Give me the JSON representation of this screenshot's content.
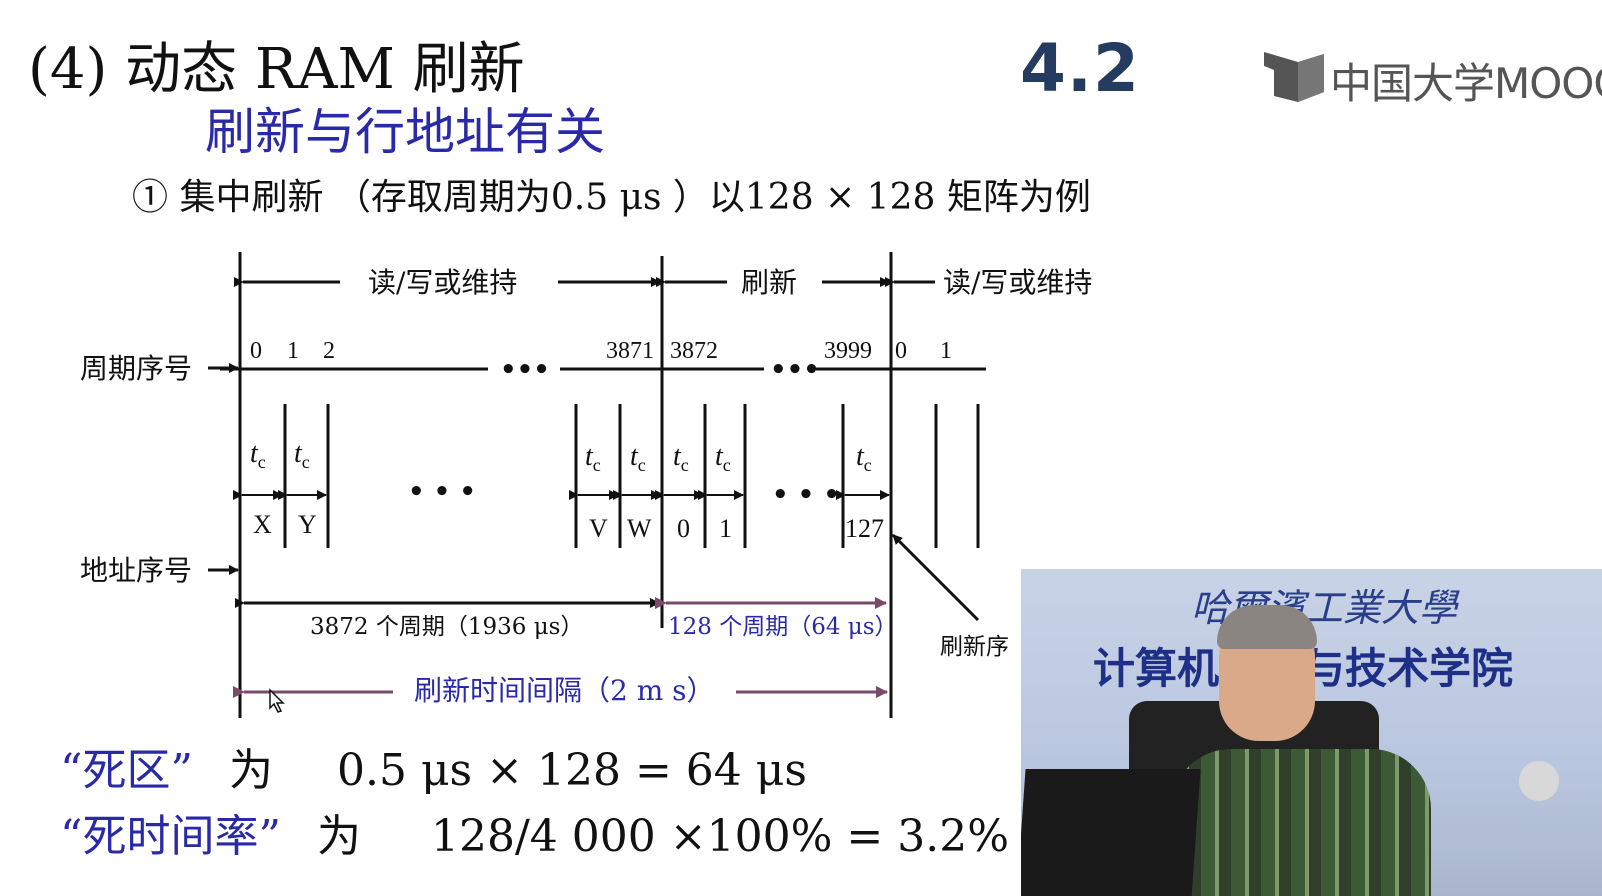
{
  "slide": {
    "title": "(4)  动态 RAM 刷新",
    "subtitle": "刷新与行地址有关",
    "item": "① 集中刷新  （存取周期为0.5 μs ）以128 × 128 矩阵为例",
    "section_number": "4.2",
    "logo_text": "中国大学MOOC"
  },
  "diagram": {
    "phase_labels": [
      "读/写或维持",
      "刷新",
      "读/写或维持"
    ],
    "cycle_row_label": "周期序号",
    "address_row_label": "地址序号",
    "cycle_numbers": [
      "0",
      "1",
      "2",
      "3871",
      "3872",
      "3999",
      "0",
      "1"
    ],
    "ellipsis": "•••",
    "tc": "t",
    "tc_sub": "c",
    "address_letters": [
      "X",
      "Y",
      "V",
      "W",
      "0",
      "1",
      "127"
    ],
    "span1_label": "3872 个周期（1936 μs）",
    "span2_label": "128 个周期（64 μs）",
    "interval_label": "刷新时间间隔（2 m s）",
    "pointer_label": "刷新序",
    "dots": "• • •"
  },
  "formulas": {
    "line1_term": "“死区”",
    "line1_op": "为",
    "line1_expr": "0.5 μs × 128 = 64 μs",
    "line2_term": "“死时间率”",
    "line2_op": "为",
    "line2_expr": "128/4 000 ×100% = 3.2%"
  },
  "video": {
    "banner_top": "哈爾濱工業大學",
    "banner_main": "计算机科学与技术学院"
  },
  "colors": {
    "accent_blue": "#2a2aa8",
    "arrow_purple": "#7a4a6a",
    "section_navy": "#243a5e"
  }
}
